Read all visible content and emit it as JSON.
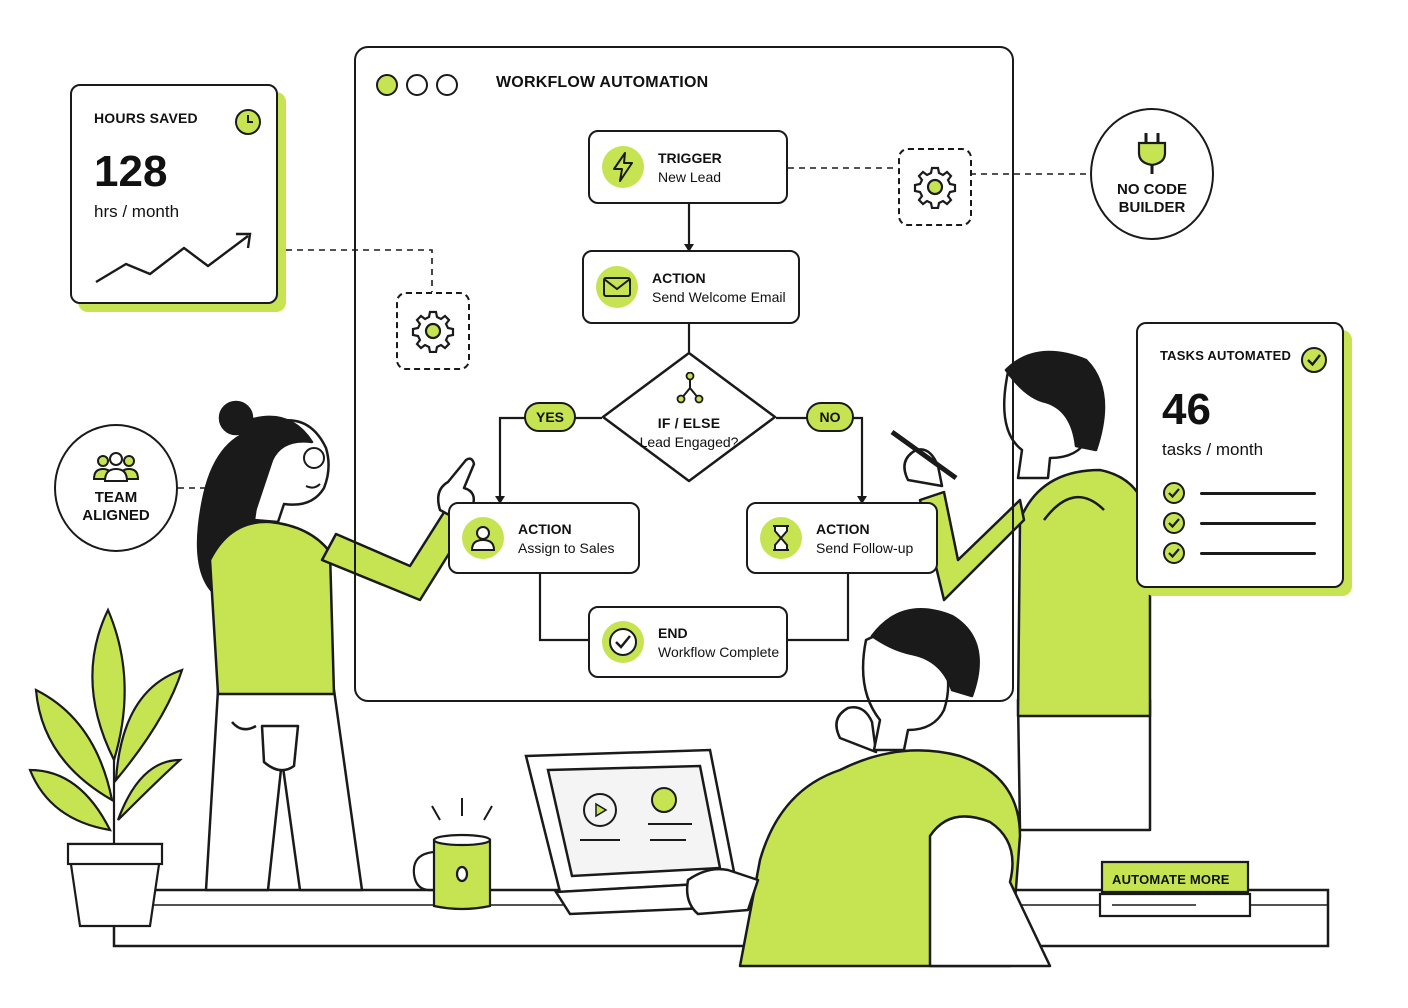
{
  "window": {
    "title": "WORKFLOW AUTOMATION"
  },
  "hours_card": {
    "label": "HOURS SAVED",
    "value": "128",
    "unit": "hrs / month"
  },
  "tasks_card": {
    "label": "TASKS AUTOMATED",
    "value": "46",
    "unit": "tasks / month",
    "checklist_count": 3
  },
  "badges": {
    "no_code": [
      "NO CODE",
      "BUILDER"
    ],
    "team": [
      "TEAM",
      "ALIGNED"
    ]
  },
  "flow": {
    "trigger": {
      "title": "TRIGGER",
      "subtitle": "New Lead"
    },
    "action_email": {
      "title": "ACTION",
      "subtitle": "Send Welcome Email"
    },
    "decision": {
      "title": "IF / ELSE",
      "subtitle": "Lead Engaged?"
    },
    "yes_label": "YES",
    "no_label": "NO",
    "action_sales": {
      "title": "ACTION",
      "subtitle": "Assign to Sales"
    },
    "action_followup": {
      "title": "ACTION",
      "subtitle": "Send Follow-up"
    },
    "end": {
      "title": "END",
      "subtitle": "Workflow Complete"
    }
  },
  "book": {
    "label": "AUTOMATE MORE"
  },
  "colors": {
    "accent": "#c6e352",
    "ink": "#1a1a1a",
    "background": "#ffffff"
  }
}
